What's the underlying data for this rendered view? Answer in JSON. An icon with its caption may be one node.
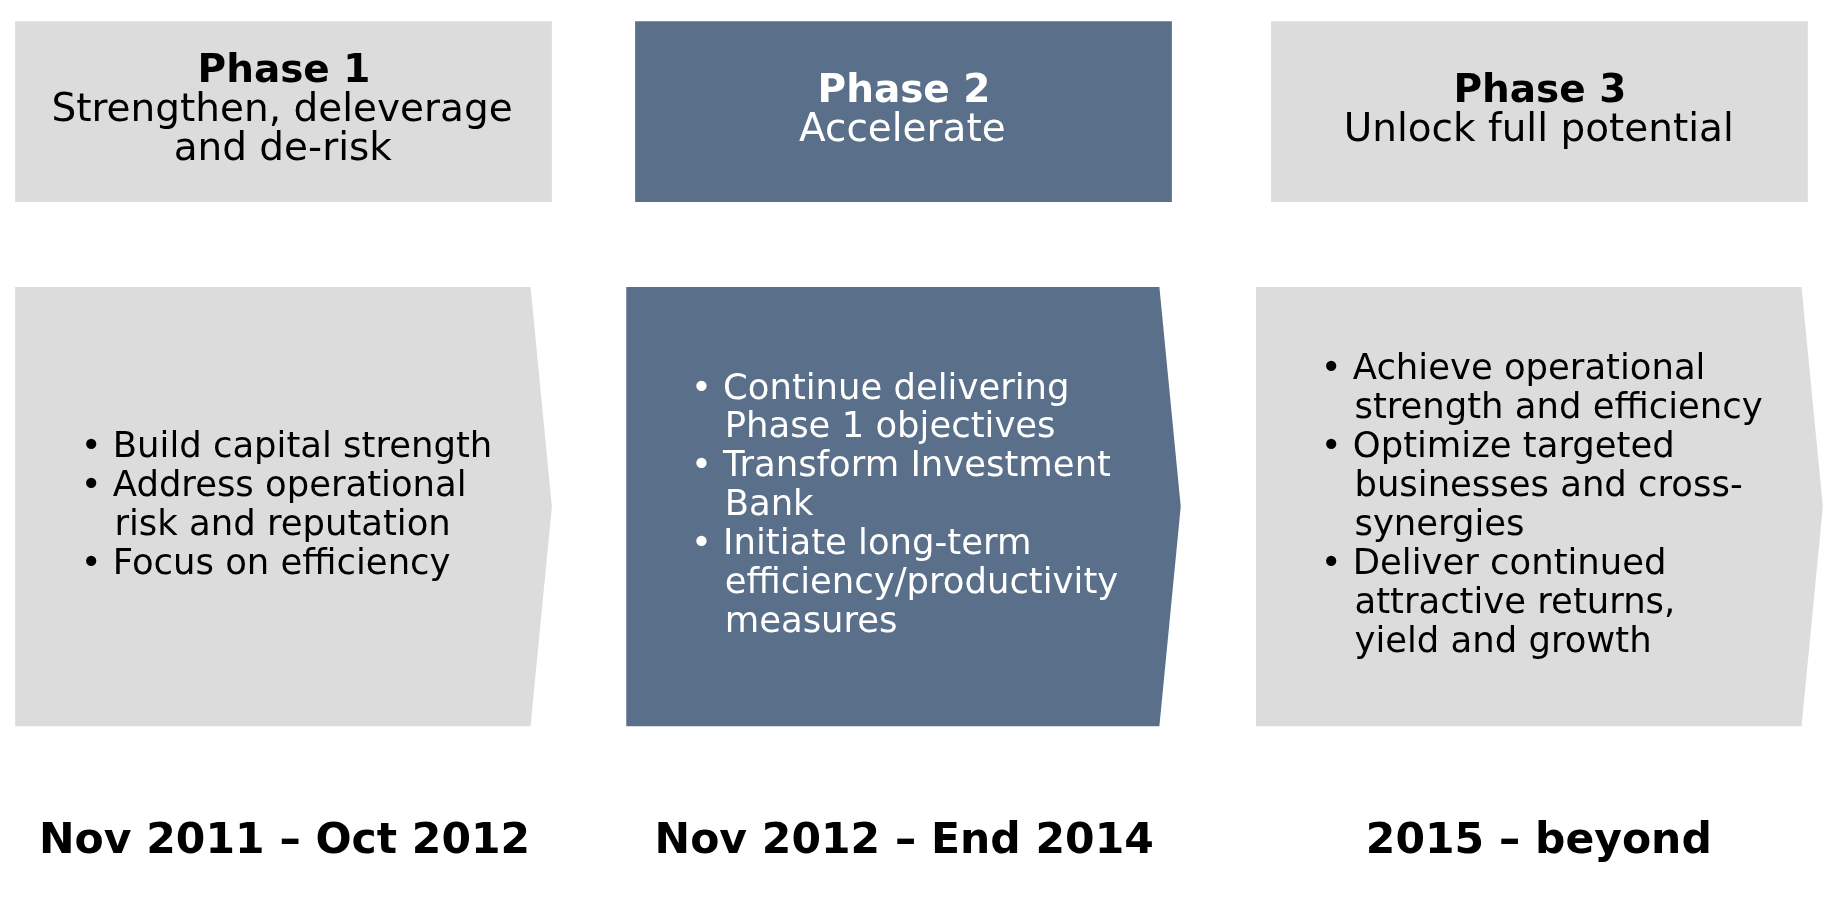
{
  "diagram": {
    "nodes": [
      {
        "text": [
          "Phase 1",
          "Strengthen, deleverage and de-risk"
        ]
      },
      {
        "text": [
          "Phase 2",
          "Accelerate"
        ]
      },
      {
        "text": [
          "Phase 3",
          "Unlock full potential"
        ]
      },
      {
        "text": [
          "• Build capital strength",
          "• Address operational risk and reputation",
          "• Focus on efficiency"
        ],
        "beside": [
          "Nov 2011 – Oct 2012"
        ]
      },
      {
        "text": [
          "• Continue delivering Phase 1 objectives",
          "• Transform Investment Bank",
          "• Initiate long-term efficiency/productivity measures"
        ],
        "beside": [
          "Nov 2012 – End 2014"
        ]
      },
      {
        "text": [
          "• Achieve operational strength and efficiency",
          "• Optimize targeted businesses and cross-synergies",
          "• Deliver continued attractive returns, yield and growth"
        ],
        "beside": [
          "2015 – beyond"
        ]
      }
    ],
    "edges": []
  }
}
